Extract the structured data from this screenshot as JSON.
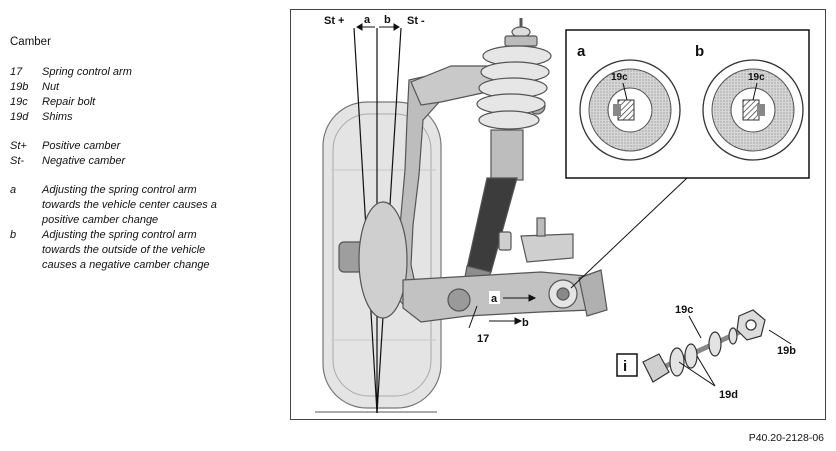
{
  "legend": {
    "title": "Camber",
    "parts": [
      {
        "key": "17",
        "text": "Spring control arm"
      },
      {
        "key": "19b",
        "text": "Nut"
      },
      {
        "key": "19c",
        "text": "Repair bolt"
      },
      {
        "key": "19d",
        "text": "Shims"
      }
    ],
    "camber": [
      {
        "key": "St+",
        "text": "Positive camber"
      },
      {
        "key": "St-",
        "text": "Negative camber"
      }
    ],
    "adjustments": [
      {
        "key": "a",
        "text": "Adjusting the spring control arm\ntowards the vehicle center causes a\npositive camber change"
      },
      {
        "key": "b",
        "text": "Adjusting the spring control arm\ntowards the outside of the vehicle\ncauses a negative camber change"
      }
    ]
  },
  "figure": {
    "labels": {
      "st_plus": "St +",
      "a_top": "a",
      "b_top": "b",
      "st_minus": "St -",
      "inset_a": "a",
      "inset_b": "b",
      "bolt_a": "19c",
      "bolt_b": "19c",
      "arrow_a": "a",
      "arrow_b": "b",
      "arm": "17",
      "bolt": "19c",
      "nut": "19b",
      "shims": "19d",
      "info": "i"
    },
    "reference": "P40.20-2128-06"
  }
}
